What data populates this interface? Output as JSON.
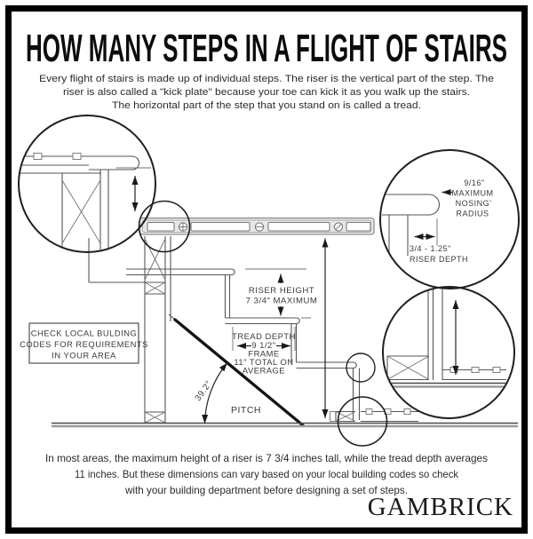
{
  "colors": {
    "ink": "#111111",
    "drawing_line": "#565656",
    "level_fill": "#e7e7e7",
    "floor_shadow": "#9c9c9c",
    "background": "#ffffff",
    "frame": "#000000"
  },
  "header": {
    "title": "HOW MANY STEPS IN A FLIGHT OF STAIRS",
    "intro_lines": [
      "Every flight of stairs is made up of individual steps. The riser is the vertical part of the step. The",
      "riser is also called a \"kick plate\" because your toe can kick it as you walk up the stairs.",
      "The horizontal part of the step that you stand on is called a tread."
    ]
  },
  "diagram": {
    "note_box": [
      "CHECK LOCAL BULDING",
      "CODES FOR REQUIREMENTS",
      "IN YOUR AREA"
    ],
    "riser_height_label": [
      "RISER HEIGHT",
      "7 3/4\" MAXIMUM"
    ],
    "tread_depth_label": [
      "TREAD DEPTH",
      "9 1/2\"",
      "FRAME",
      "11\" TOTAL ON",
      "AVERAGE"
    ],
    "pitch_label": "PITCH",
    "angle_label": "39.2°",
    "nosing_label": [
      "9/16\"",
      "MAXIMUM",
      "NOSING'",
      "RADIUS"
    ],
    "riser_depth_label": [
      "3/4 - 1.25\"",
      "RISER DEPTH"
    ]
  },
  "footer": {
    "lines": [
      "In most areas, the maximum height of a riser is 7 3/4 inches tall, while the tread depth averages",
      "11 inches. But these dimensions can vary based on your local building codes so check",
      "with your building department before designing a set of steps."
    ],
    "brand": "GAMBRICK"
  }
}
